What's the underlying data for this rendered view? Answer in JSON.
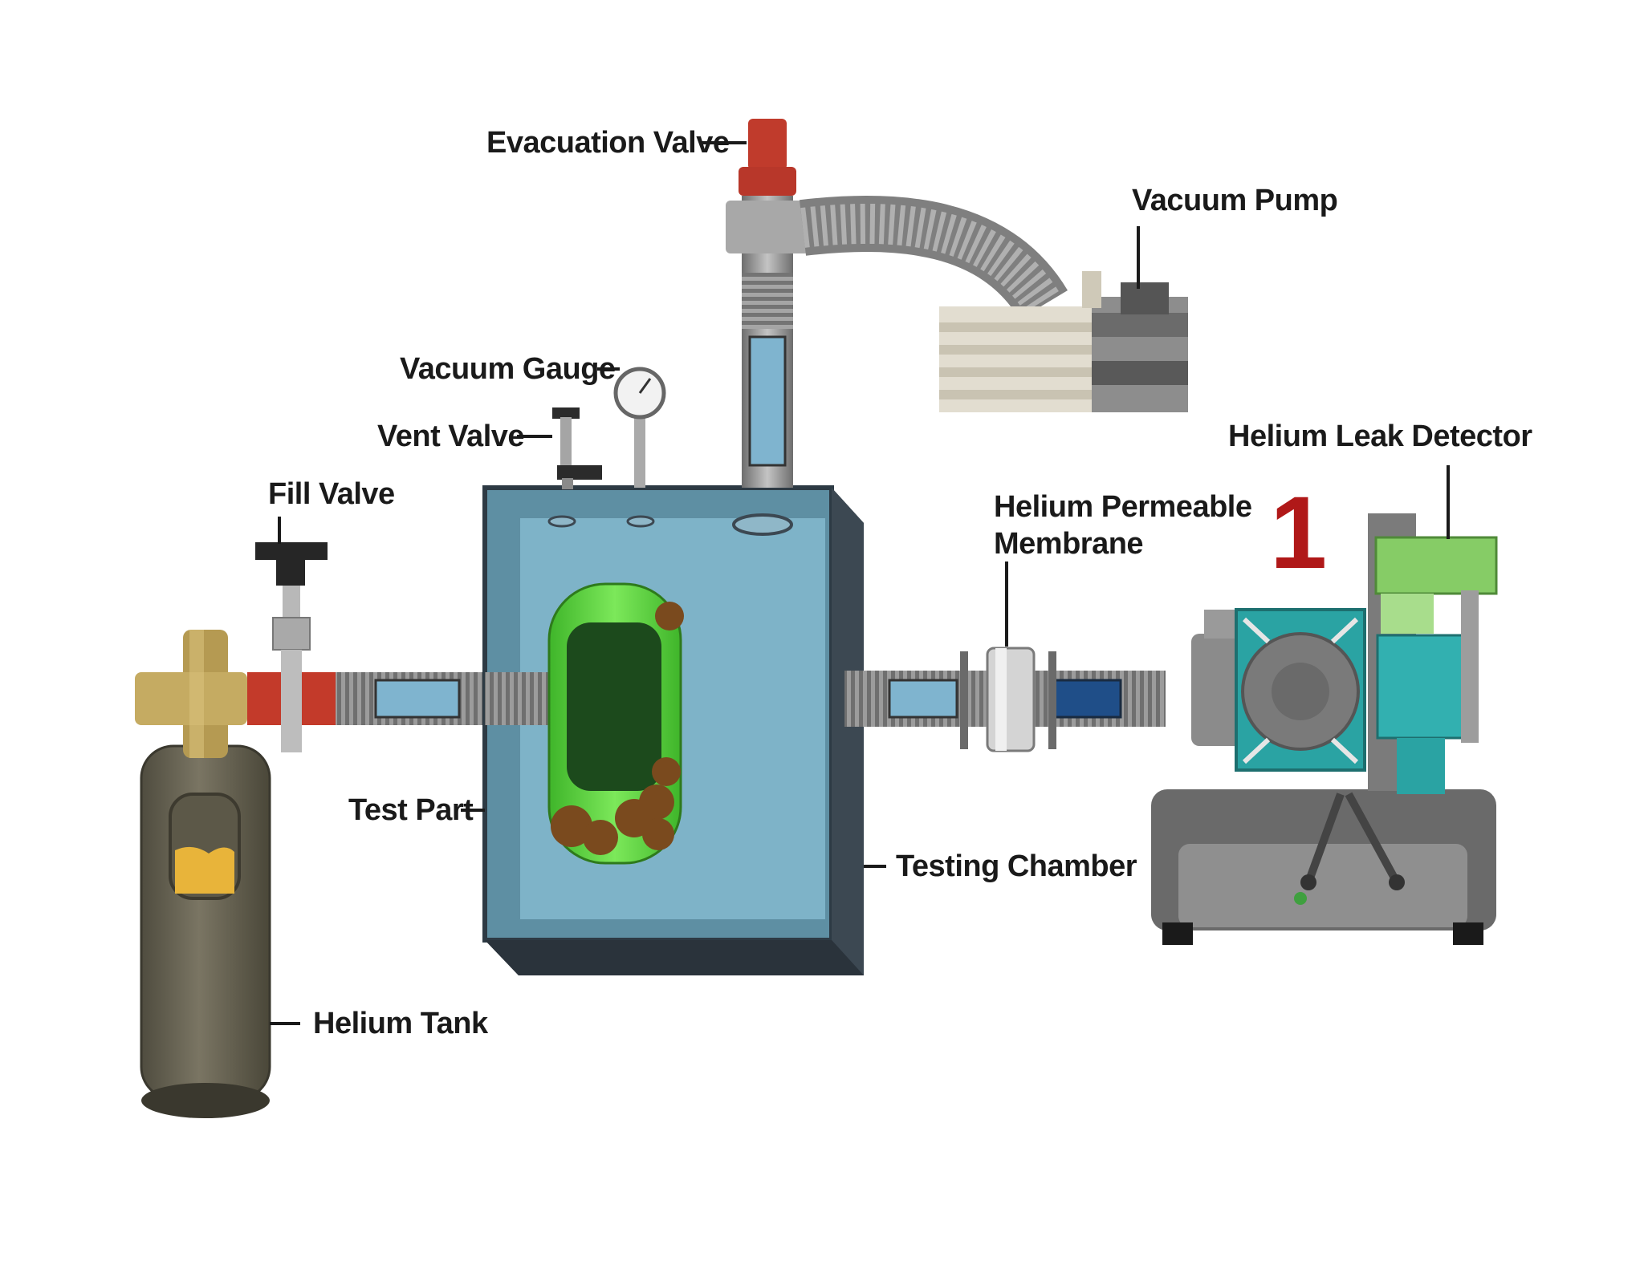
{
  "labels": {
    "evacuation_valve": "Evacuation Valve",
    "vacuum_pump": "Vacuum Pump",
    "vacuum_gauge": "Vacuum Gauge",
    "vent_valve": "Vent Valve",
    "fill_valve": "Fill Valve",
    "helium_leak_detector": "Helium Leak Detector",
    "membrane_line1": "Helium Permeable",
    "membrane_line2": "Membrane",
    "test_part": "Test Part",
    "testing_chamber": "Testing Chamber",
    "helium_tank": "Helium Tank"
  },
  "step_number": "1",
  "colors": {
    "chamber": "#6fa6b8",
    "chamber_dark": "#3e4c56",
    "test_part": "#5fd33a",
    "tank": "#6e6a58",
    "brass": "#bfa35a",
    "red_valve": "#c8402c",
    "detector_teal": "#2aa8a8",
    "detector_green": "#86cc66",
    "pipe": "#9a9a9a"
  }
}
